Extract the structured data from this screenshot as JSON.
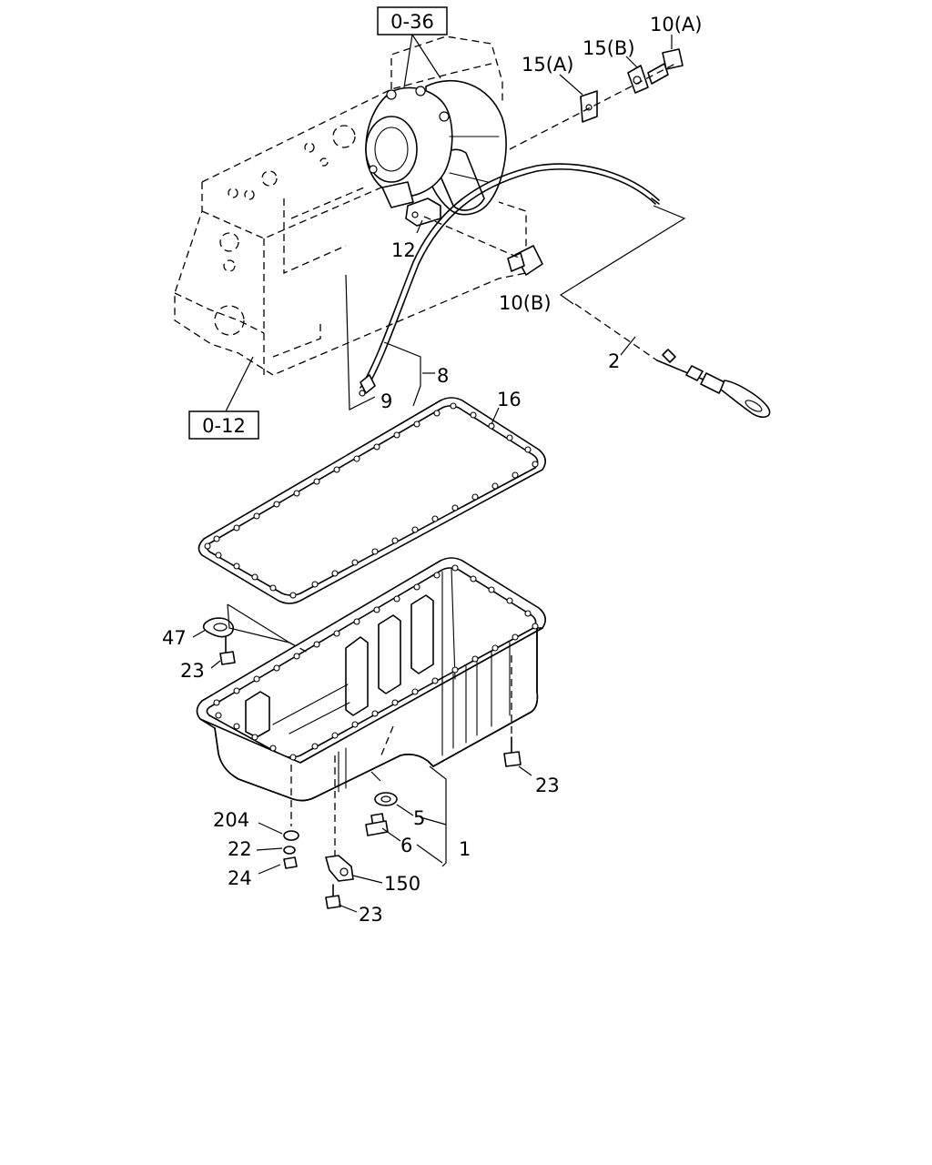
{
  "refs": {
    "ref_0_36": "0-36",
    "ref_0_12": "0-12"
  },
  "labels": {
    "l10a": "10(A)",
    "l15b": "15(B)",
    "l15a": "15(A)",
    "l12": "12",
    "l10b": "10(B)",
    "l2": "2",
    "l8": "8",
    "l9": "9",
    "l16": "16",
    "l47": "47",
    "l23a": "23",
    "l23b": "23",
    "l5": "5",
    "l6": "6",
    "l1": "1",
    "l204": "204",
    "l22": "22",
    "l24": "24",
    "l150": "150",
    "l23c": "23"
  }
}
